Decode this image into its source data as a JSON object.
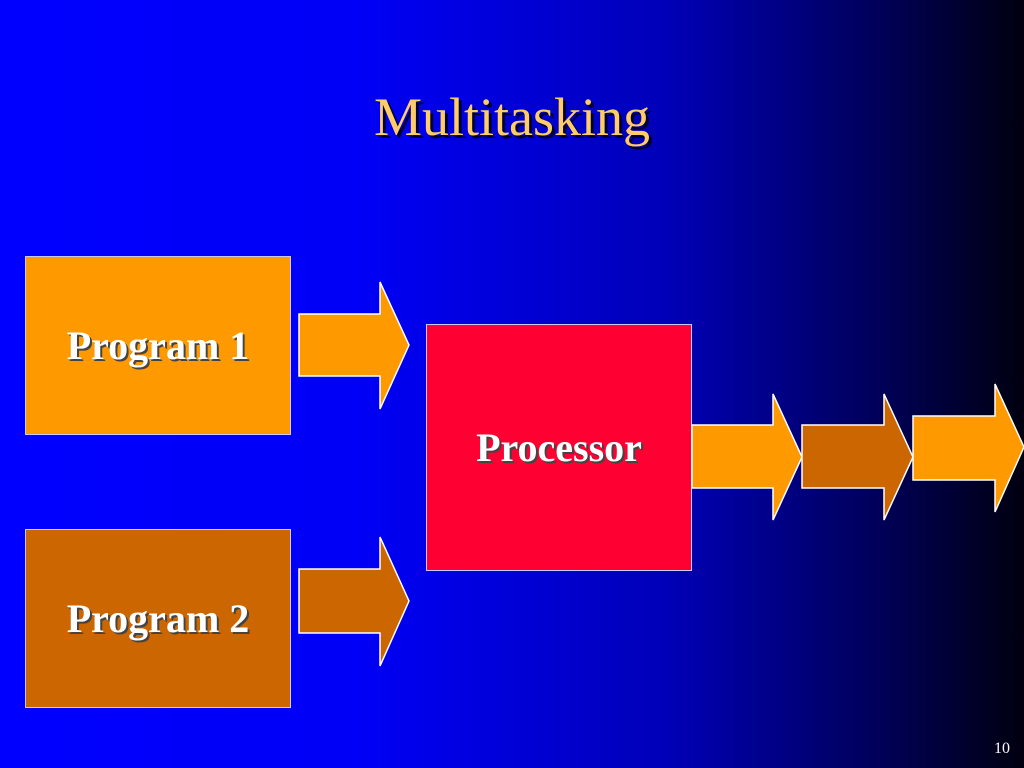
{
  "slide": {
    "title": "Multitasking",
    "page_number": "10"
  },
  "diagram": {
    "program_1_label": "Program 1",
    "program_2_label": "Program 2",
    "processor_label": "Processor"
  },
  "colors": {
    "title": "#ffcc66",
    "program_1": "#ff9900",
    "program_2": "#cc6600",
    "processor": "#ff0033",
    "background_start": "#0000ff",
    "background_end": "#000010"
  }
}
